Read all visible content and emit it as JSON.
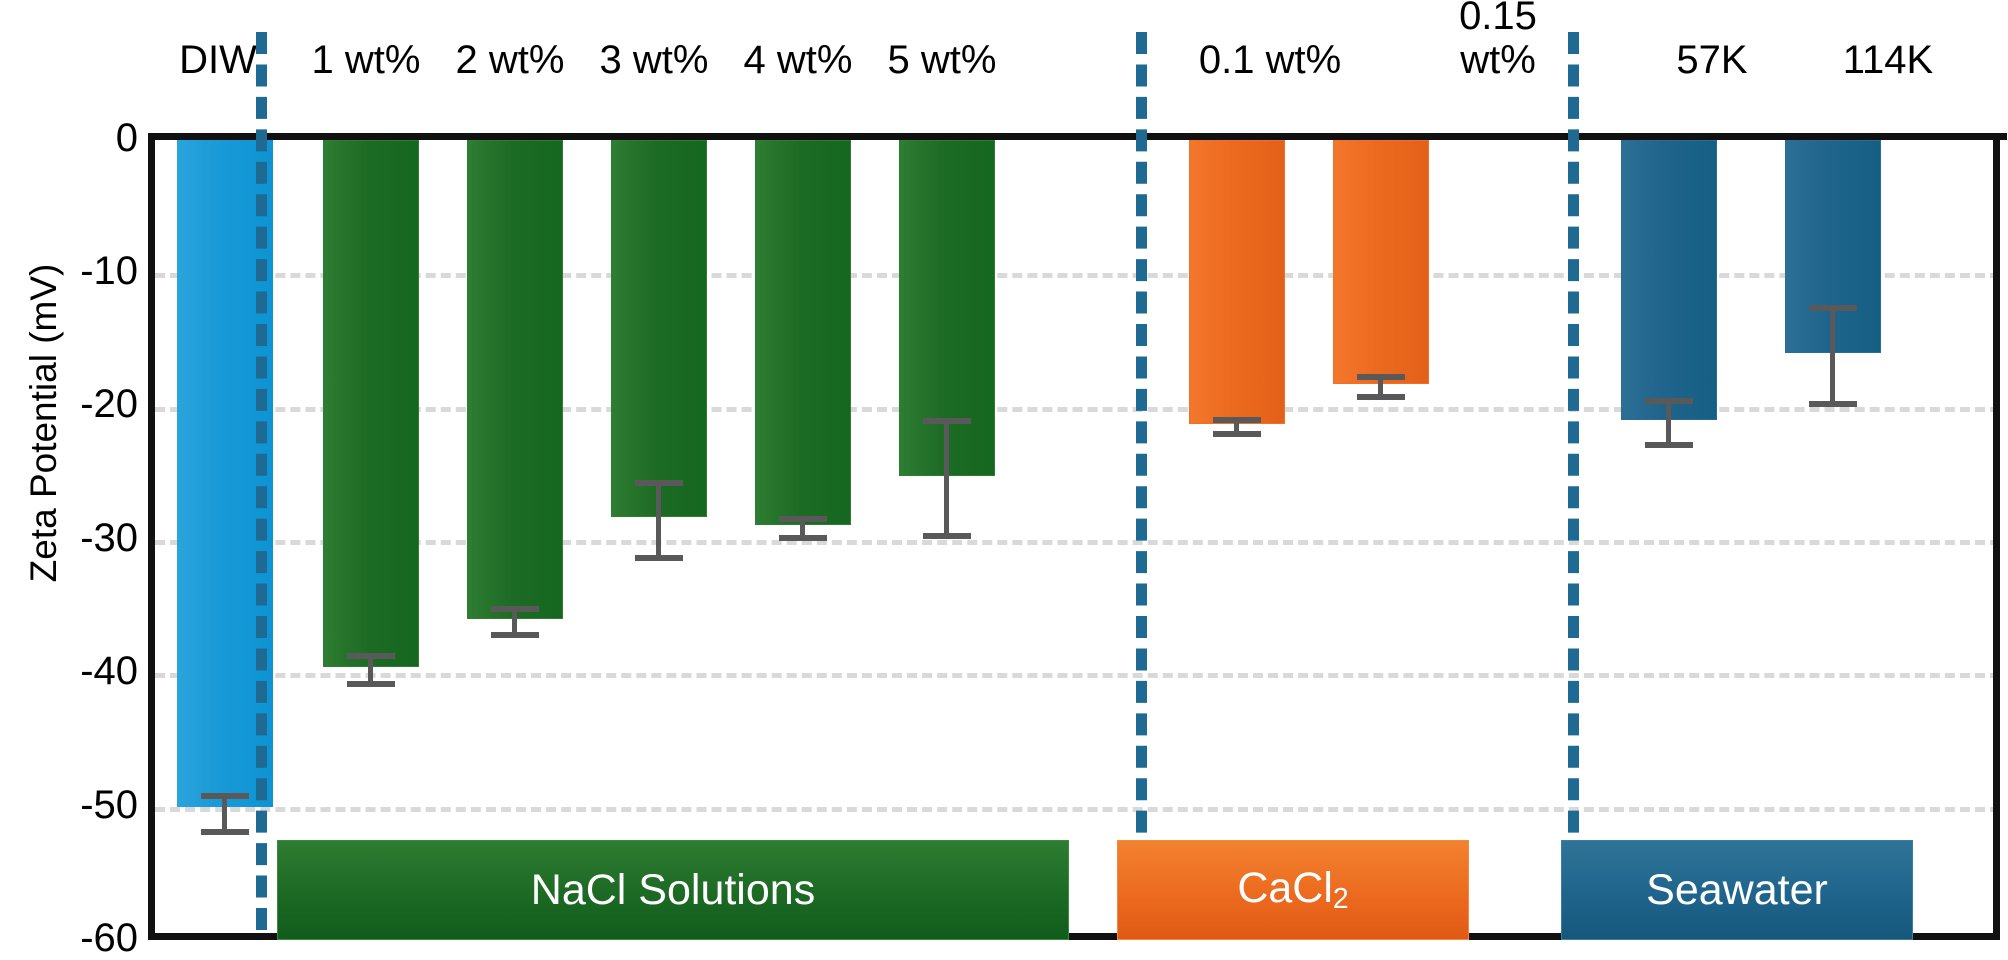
{
  "chart_data": {
    "type": "bar",
    "title": "",
    "xlabel": "",
    "ylabel": "Zeta Potential (mV)",
    "ylim": [
      -60,
      0
    ],
    "yticks": [
      0,
      -10,
      -20,
      -30,
      -40,
      -50,
      -60
    ],
    "ytick_labels": [
      "0",
      "-10",
      "-20",
      "-30",
      "-40",
      "-50",
      "-60"
    ],
    "grid": "horizontal-dashed",
    "legend_position": "inside-bottom",
    "categories": [
      "DIW",
      "1 wt%",
      "2 wt%",
      "3 wt%",
      "4 wt%",
      "5 wt%",
      "0.1 wt%",
      "0.15 wt%",
      "57K",
      "114K"
    ],
    "category_labels": [
      {
        "label": "DIW",
        "line1": "DIW",
        "line2": ""
      },
      {
        "label": "1 wt%",
        "line1": "1 wt%",
        "line2": ""
      },
      {
        "label": "2 wt%",
        "line1": "2 wt%",
        "line2": ""
      },
      {
        "label": "3 wt%",
        "line1": "3 wt%",
        "line2": ""
      },
      {
        "label": "4 wt%",
        "line1": "4 wt%",
        "line2": ""
      },
      {
        "label": "5 wt%",
        "line1": "5 wt%",
        "line2": ""
      },
      {
        "label": "0.1 wt%",
        "line1": "0.1 wt%",
        "line2": ""
      },
      {
        "label": "0.15 wt%",
        "line1": "0.15",
        "line2": "wt%"
      },
      {
        "label": "57K",
        "line1": "57K",
        "line2": ""
      },
      {
        "label": "114K",
        "line1": "114K",
        "line2": ""
      }
    ],
    "values": [
      -50.0,
      -39.5,
      -35.9,
      -28.3,
      -28.9,
      -25.2,
      -21.3,
      -18.3,
      -21.0,
      -16.0
    ],
    "errors": [
      1.1,
      1.0,
      0.8,
      2.8,
      0.7,
      4.3,
      0.5,
      0.7,
      1.6,
      3.6
    ],
    "bar_colors": [
      "#0d94d4",
      "#1d6b25",
      "#1d6b25",
      "#1d6b25",
      "#1d6b25",
      "#1d6b25",
      "#ec6a1f",
      "#ec6a1f",
      "#1f648c",
      "#1f648c"
    ],
    "groups": [
      {
        "name": "DIW",
        "members": [
          "DIW"
        ],
        "color": "#0d94d4"
      },
      {
        "name": "NaCl Solutions",
        "members": [
          "1 wt%",
          "2 wt%",
          "3 wt%",
          "4 wt%",
          "5 wt%"
        ],
        "color": "#1d6b25"
      },
      {
        "name": "CaCl2",
        "members": [
          "0.1 wt%",
          "0.15 wt%"
        ],
        "color": "#ec6a1f"
      },
      {
        "name": "Seawater",
        "members": [
          "57K",
          "114K"
        ],
        "color": "#1f648c"
      }
    ],
    "error_bar_color": "#595959",
    "separator_color": "#1f6a92",
    "gridline_color": "#d9d9d9",
    "series": [
      {
        "name": "Zeta Potential",
        "values": [
          -50.0,
          -39.5,
          -35.9,
          -28.3,
          -28.9,
          -25.2,
          -21.3,
          -18.3,
          -21.0,
          -16.0
        ]
      }
    ]
  },
  "legend": {
    "nacl": "NaCl Solutions",
    "cacl2_prefix": "CaCl",
    "cacl2_sub": "2",
    "seawater": "Seawater"
  },
  "axis": {
    "y_title": "Zeta Potential (mV)",
    "tick_0": "0",
    "tick_10": "-10",
    "tick_20": "-20",
    "tick_30": "-30",
    "tick_40": "-40",
    "tick_50": "-50",
    "tick_60": "-60"
  }
}
